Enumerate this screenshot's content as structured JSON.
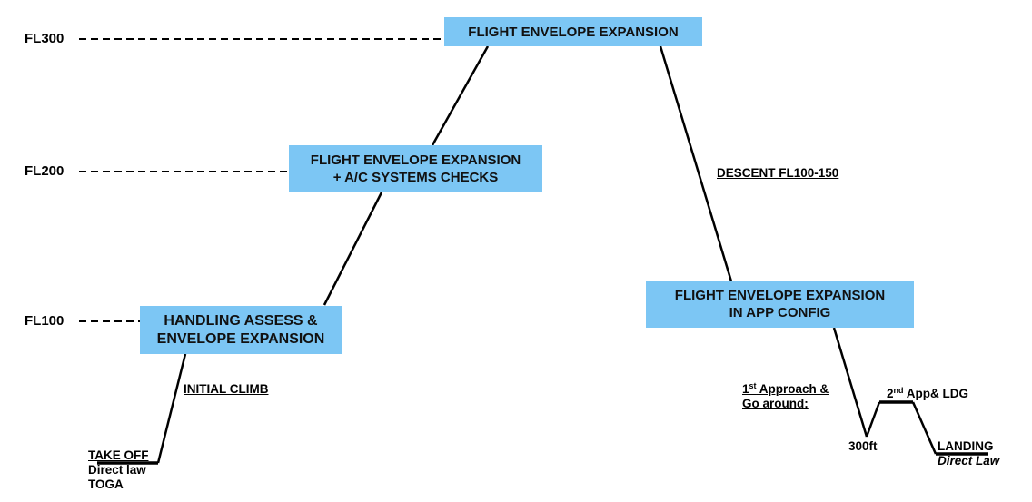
{
  "flight_levels": [
    {
      "label": "FL300"
    },
    {
      "label": "FL200"
    },
    {
      "label": "FL100"
    }
  ],
  "phases": {
    "fl300_box": "FLIGHT ENVELOPE EXPANSION",
    "fl200_box": {
      "line1": "FLIGHT ENVELOPE EXPANSION",
      "line2": "+ A/C SYSTEMS CHECKS"
    },
    "fl100_box": {
      "line1": "HANDLING ASSESS &",
      "line2": "ENVELOPE EXPANSION"
    },
    "app_config_box": {
      "line1": "FLIGHT ENVELOPE EXPANSION",
      "line2": "IN APP CONFIG"
    }
  },
  "labels": {
    "initial_climb": "INITIAL CLIMB",
    "descent": "DESCENT FL100-150",
    "takeoff": {
      "title": "TAKE OFF",
      "law": "Direct law",
      "thrust": "TOGA"
    },
    "first_approach": {
      "ordinal_num": "1",
      "ordinal_sup": "st",
      "line1_rest": " Approach &",
      "line2": "Go around:"
    },
    "second_approach": {
      "ordinal_num": "2",
      "ordinal_sup": "nd",
      "rest": " App& LDG"
    },
    "min_altitude": "300ft",
    "landing": {
      "title": "LANDING",
      "law": "Direct Law"
    }
  },
  "colors": {
    "box_fill": "#7cc6f4",
    "line": "#000000"
  }
}
